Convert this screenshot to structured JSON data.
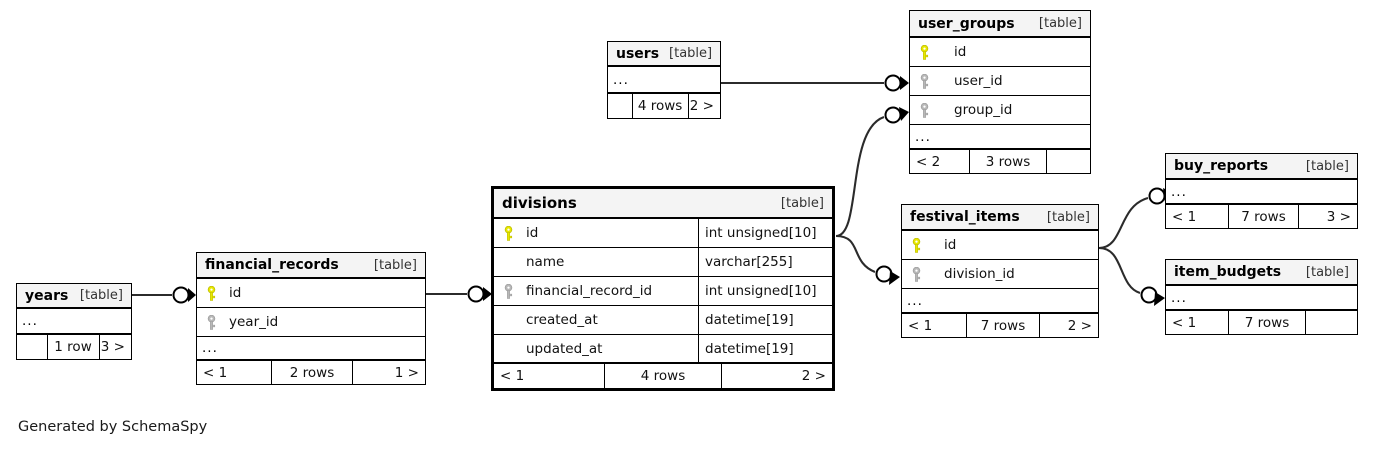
{
  "diagram": {
    "tool": "SchemaSpy",
    "caption": "Generated by SchemaSpy",
    "table_tag": "[table]",
    "ellipsis": "...",
    "colors": {
      "primary_key": "#e8e800",
      "foreign_key": "#b0b0b0",
      "header_bg": "#f4f4f4",
      "border": "#000000",
      "background": "#ffffff"
    }
  },
  "tables": [
    {
      "id": "years",
      "name": "years",
      "tag": "[table]",
      "emphasized": false,
      "columns": [],
      "has_ellipsis": true,
      "footer": {
        "left": "",
        "center": "1 row",
        "right": "3 >"
      }
    },
    {
      "id": "financial_records",
      "name": "financial_records",
      "tag": "[table]",
      "emphasized": false,
      "columns": [
        {
          "key": "primary",
          "name": "id",
          "type": ""
        },
        {
          "key": "foreign",
          "name": "year_id",
          "type": ""
        }
      ],
      "has_ellipsis": true,
      "footer": {
        "left": "< 1",
        "center": "2 rows",
        "right": "1 >"
      }
    },
    {
      "id": "divisions",
      "name": "divisions",
      "tag": "[table]",
      "emphasized": true,
      "columns": [
        {
          "key": "primary",
          "name": "id",
          "type": "int unsigned[10]"
        },
        {
          "key": "none",
          "name": "name",
          "type": "varchar[255]"
        },
        {
          "key": "foreign",
          "name": "financial_record_id",
          "type": "int unsigned[10]"
        },
        {
          "key": "none",
          "name": "created_at",
          "type": "datetime[19]"
        },
        {
          "key": "none",
          "name": "updated_at",
          "type": "datetime[19]"
        }
      ],
      "has_ellipsis": false,
      "footer": {
        "left": "< 1",
        "center": "4 rows",
        "right": "2 >"
      }
    },
    {
      "id": "users",
      "name": "users",
      "tag": "[table]",
      "emphasized": false,
      "columns": [],
      "has_ellipsis": true,
      "footer": {
        "left": "",
        "center": "4 rows",
        "right": "2 >"
      }
    },
    {
      "id": "user_groups",
      "name": "user_groups",
      "tag": "[table]",
      "emphasized": false,
      "columns": [
        {
          "key": "primary",
          "name": "id",
          "type": ""
        },
        {
          "key": "foreign",
          "name": "user_id",
          "type": ""
        },
        {
          "key": "foreign",
          "name": "group_id",
          "type": ""
        }
      ],
      "has_ellipsis": true,
      "footer": {
        "left": "< 2",
        "center": "3 rows",
        "right": ""
      }
    },
    {
      "id": "festival_items",
      "name": "festival_items",
      "tag": "[table]",
      "emphasized": false,
      "columns": [
        {
          "key": "primary",
          "name": "id",
          "type": ""
        },
        {
          "key": "foreign",
          "name": "division_id",
          "type": ""
        }
      ],
      "has_ellipsis": true,
      "footer": {
        "left": "< 1",
        "center": "7 rows",
        "right": "2 >"
      }
    },
    {
      "id": "buy_reports",
      "name": "buy_reports",
      "tag": "[table]",
      "emphasized": false,
      "columns": [],
      "has_ellipsis": true,
      "footer": {
        "left": "< 1",
        "center": "7 rows",
        "right": "3 >"
      }
    },
    {
      "id": "item_budgets",
      "name": "item_budgets",
      "tag": "[table]",
      "emphasized": false,
      "columns": [],
      "has_ellipsis": true,
      "footer": {
        "left": "< 1",
        "center": "7 rows",
        "right": ""
      }
    }
  ],
  "relationships": [
    {
      "from": "years",
      "to": "financial_records",
      "label": ""
    },
    {
      "from": "financial_records",
      "to": "divisions",
      "label": ""
    },
    {
      "from": "divisions",
      "to": "user_groups",
      "label": ""
    },
    {
      "from": "users",
      "to": "user_groups",
      "label": ""
    },
    {
      "from": "divisions",
      "to": "festival_items",
      "label": ""
    },
    {
      "from": "festival_items",
      "to": "buy_reports",
      "label": ""
    },
    {
      "from": "festival_items",
      "to": "item_budgets",
      "label": ""
    }
  ]
}
